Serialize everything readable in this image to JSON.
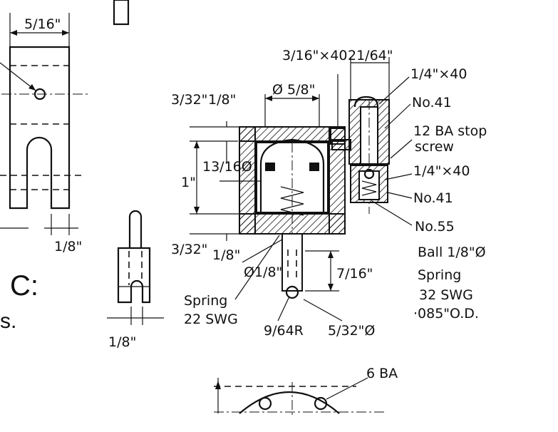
{
  "labels": {
    "left_top_dim": "5/16\"",
    "left_bottom_dim": "1/8\"",
    "left_letter": "C:",
    "left_fragment": "s.",
    "small_part_dim": "1/8\"",
    "dim_3_32_top": "3/32\"",
    "dim_1_8_top": "1/8\"",
    "dim_13_16_dia": "13/16Ø",
    "dim_1in": "1\"",
    "dim_3_32_bottom": "3/32\"",
    "dim_1_8_bottom": "1/8\"",
    "dim_5_8_dia": "Ø 5/8\"",
    "dim_3_16_x40": "3/16\"×40",
    "dim_21_64": "21/64\"",
    "dim_1_8_dia": "Ø1/8\"",
    "dim_7_16": "7/16\"",
    "spring_left_1": "Spring",
    "spring_left_2": "22 SWG",
    "dim_9_64_r": "9/64R",
    "dim_5_32_dia": "5/32\"Ø",
    "right_1": "1/4\"×40",
    "right_2": "No.41",
    "right_3": "12 BA stop",
    "right_4": "screw",
    "right_5": "1/4\"×40",
    "right_6": "No.41",
    "right_7": "No.55",
    "right_8": "Ball 1/8\"Ø",
    "right_9": "Spring",
    "right_10": "32 SWG",
    "right_11": "·085\"O.D.",
    "bottom_label": "6 BA"
  }
}
